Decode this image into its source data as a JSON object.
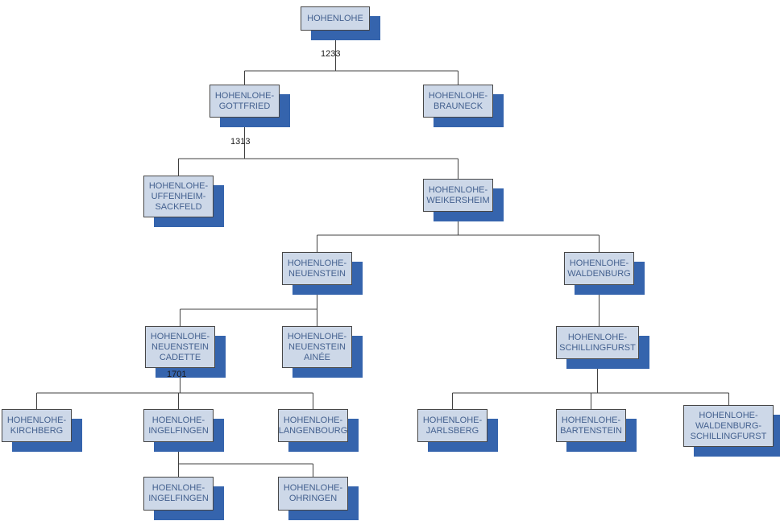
{
  "colors": {
    "node_fill": "#cdd8e8",
    "node_border": "#474747",
    "node_shadow": "#3564ad",
    "node_text": "#44618f",
    "connector": "#404040",
    "background": "#ffffff"
  },
  "years": {
    "hohenlohe_split": "1233",
    "gottfried_split": "1313",
    "neuenstein_cadette_split": "1701"
  },
  "nodes": {
    "hohenlohe": {
      "label": "HOHENLOHE"
    },
    "gottfried": {
      "label": "HOHENLOHE-\nGOTTFRIED"
    },
    "brauneck": {
      "label": "HOHENLOHE-\nBRAUNECK"
    },
    "uffenheim_sackfeld": {
      "label": "HOHENLOHE-\nUFFENHEIM-\nSACKFELD"
    },
    "weikersheim": {
      "label": "HOHENLOHE-\nWEIKERSHEIM"
    },
    "neuenstein": {
      "label": "HOHENLOHE-\nNEUENSTEIN"
    },
    "waldenburg": {
      "label": "HOHENLOHE-\nWALDENBURG"
    },
    "neuenstein_cadette": {
      "label": "HOHENLOHE-\nNEUENSTEIN\nCADETTE"
    },
    "neuenstein_ainee": {
      "label": "HOHENLOHE-\nNEUENSTEIN\nAINÉE"
    },
    "schillingfurst": {
      "label": "HOHENLOHE-\nSCHILLINGFURST"
    },
    "kirchberg": {
      "label": "HOHENLOHE-\nKIRCHBERG"
    },
    "ingelfingen": {
      "label": "HOENLOHE-\nINGELFINGEN"
    },
    "langenbourg": {
      "label": "HOHENLOHE-\nLANGENBOURG"
    },
    "jarlsberg": {
      "label": "HOHENLOHE-\nJARLSBERG"
    },
    "bartenstein": {
      "label": "HOHENLOHE-\nBARTENSTEIN"
    },
    "waldenburg_schillingfurst": {
      "label": "HOHENLOHE-\nWALDENBURG-\nSCHILLINGFURST"
    },
    "ingelfingen2": {
      "label": "HOENLOHE-\nINGELFINGEN"
    },
    "ohringen": {
      "label": "HOHENLOHE-\nOHRINGEN"
    }
  },
  "structure": [
    {
      "parent": "hohenlohe",
      "year": "1233",
      "children": [
        "gottfried",
        "brauneck"
      ]
    },
    {
      "parent": "gottfried",
      "year": "1313",
      "children": [
        "uffenheim_sackfeld",
        "weikersheim"
      ]
    },
    {
      "parent": "weikersheim",
      "year": "",
      "children": [
        "neuenstein",
        "waldenburg"
      ]
    },
    {
      "parent": "neuenstein",
      "year": "",
      "children": [
        "neuenstein_cadette",
        "neuenstein_ainee"
      ]
    },
    {
      "parent": "neuenstein_cadette",
      "year": "1701",
      "children": [
        "kirchberg",
        "ingelfingen",
        "langenbourg"
      ]
    },
    {
      "parent": "ingelfingen",
      "year": "",
      "children": [
        "ingelfingen2",
        "ohringen"
      ]
    },
    {
      "parent": "waldenburg",
      "year": "",
      "children": [
        "schillingfurst"
      ]
    },
    {
      "parent": "schillingfurst",
      "year": "",
      "children": [
        "jarlsberg",
        "bartenstein",
        "waldenburg_schillingfurst"
      ]
    }
  ]
}
